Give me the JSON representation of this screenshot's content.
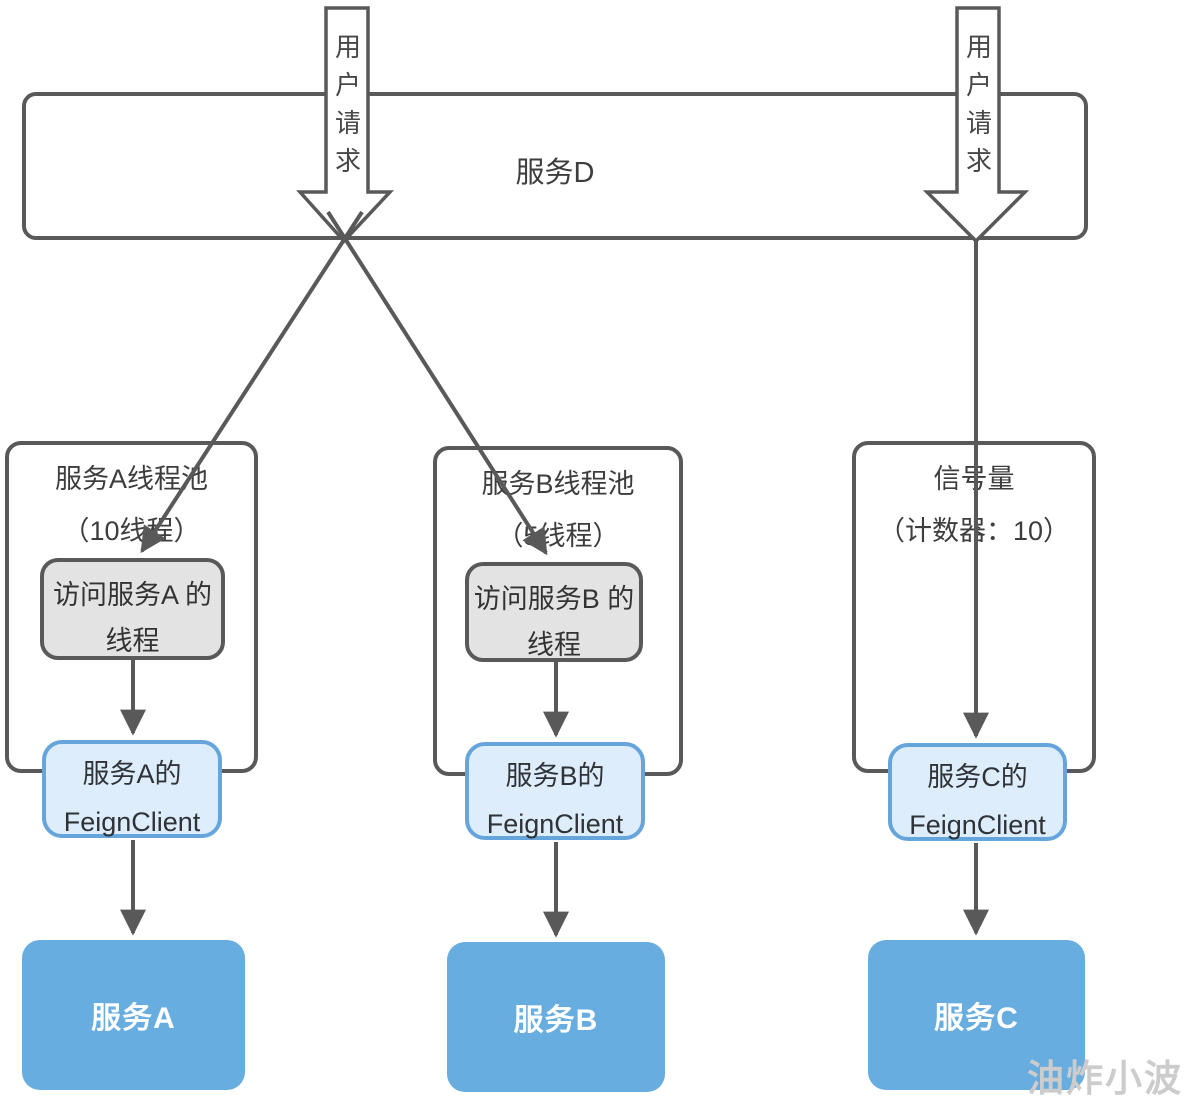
{
  "service_d": {
    "label": "服务D"
  },
  "user_request_left": {
    "label": "用户请求"
  },
  "user_request_right": {
    "label": "用户请求"
  },
  "pool_a": {
    "title": "服务A线程池",
    "subtitle": "（10线程）",
    "thread_box": {
      "line1": "访问服务A",
      "line2": "的线程"
    },
    "feign": {
      "line1": "服务A的",
      "line2": "FeignClient"
    },
    "service": {
      "label": "服务A"
    }
  },
  "pool_b": {
    "title": "服务B线程池",
    "subtitle": "（5线程）",
    "thread_box": {
      "line1": "访问服务B",
      "line2": "的线程"
    },
    "feign": {
      "line1": "服务B的",
      "line2": "FeignClient"
    },
    "service": {
      "label": "服务B"
    }
  },
  "semaphore": {
    "title": "信号量",
    "subtitle": "（计数器：10）",
    "feign": {
      "line1": "服务C的",
      "line2": "FeignClient"
    },
    "service": {
      "label": "服务C"
    }
  },
  "watermark": "油炸小波",
  "colors": {
    "line": "#595959",
    "gray_box_fill": "#e3e3e3",
    "feign_fill": "#ddedfb",
    "feign_border": "#66a5dc",
    "service_fill": "#68ade0",
    "watermark": "#cccccc"
  }
}
